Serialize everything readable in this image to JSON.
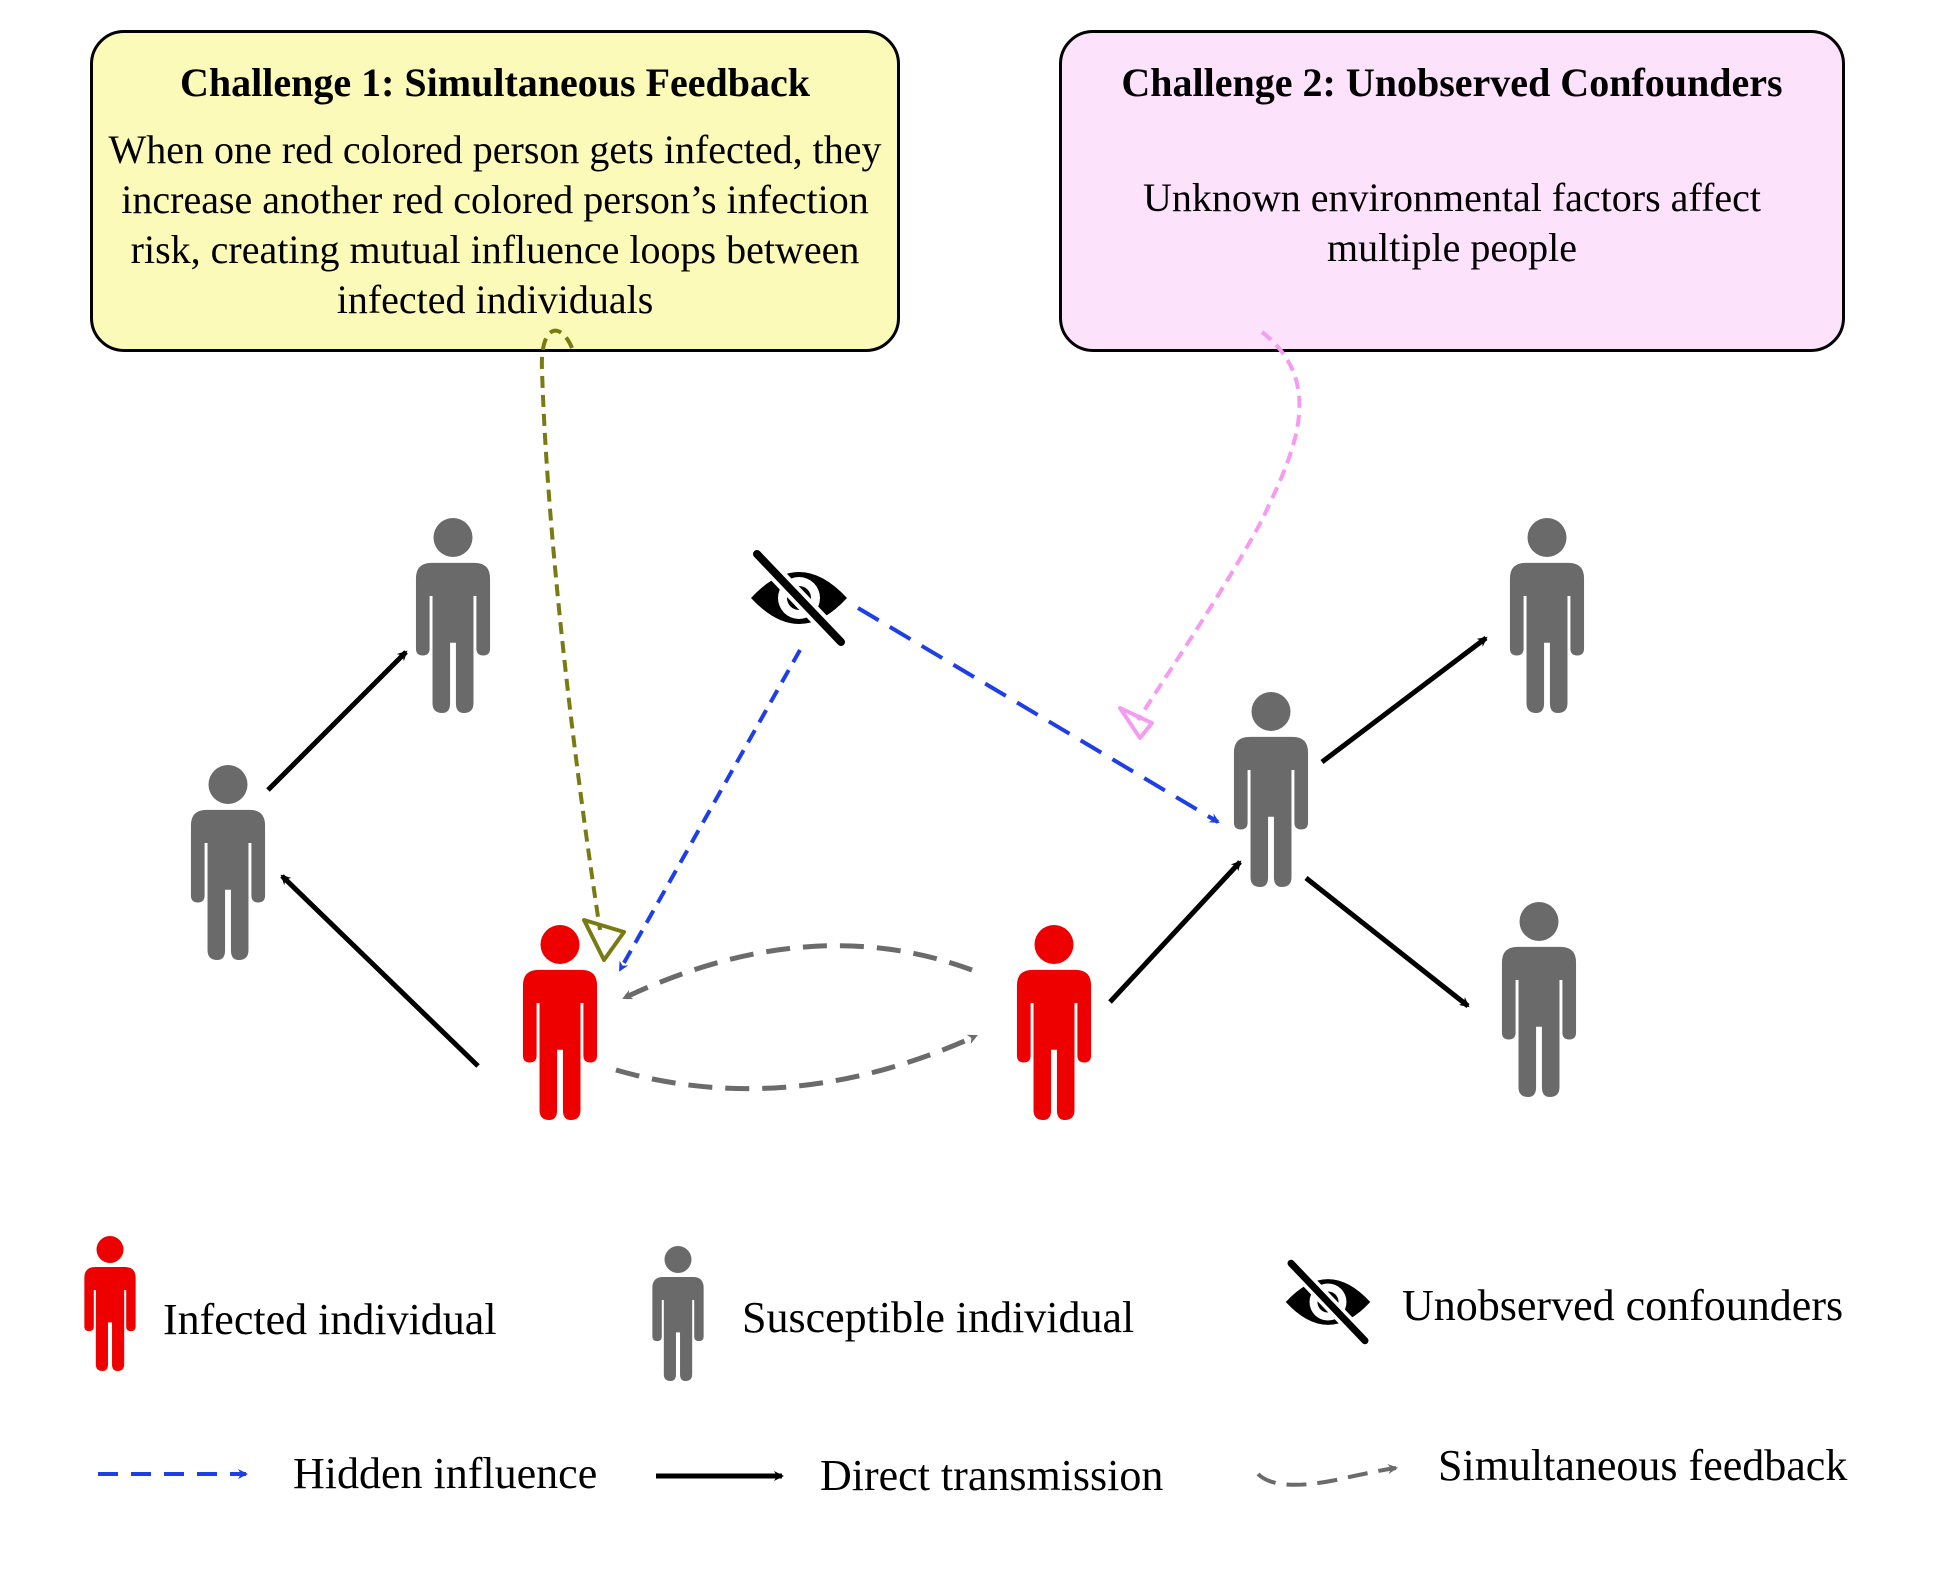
{
  "challenges": [
    {
      "title": "Challenge 1: Simultaneous Feedback",
      "body": "When one red colored person gets infected, they increase another red colored person’s infection risk, creating mutual influence loops between infected individuals",
      "color": "#fbfab8"
    },
    {
      "title": "Challenge 2: Unobserved Confounders",
      "body": "Unknown environmental factors affect multiple people",
      "color": "#fde2fc"
    }
  ],
  "legend": {
    "infected": "Infected individual",
    "susceptible": "Susceptible individual",
    "confounders": "Unobserved confounders",
    "hidden": "Hidden influence",
    "direct": "Direct transmission",
    "feedback": "Simultaneous feedback"
  },
  "colors": {
    "infected": "#ee0000",
    "susceptible": "#6a6a6a",
    "hidden_influence": "#1f3fe6",
    "direct_transmission": "#000000",
    "simultaneous_feedback": "#6b6b6b",
    "challenge1_link": "#7a7a12",
    "challenge2_link": "#f59cf2"
  },
  "icons": [
    "person-icon",
    "eye-slash-icon"
  ]
}
